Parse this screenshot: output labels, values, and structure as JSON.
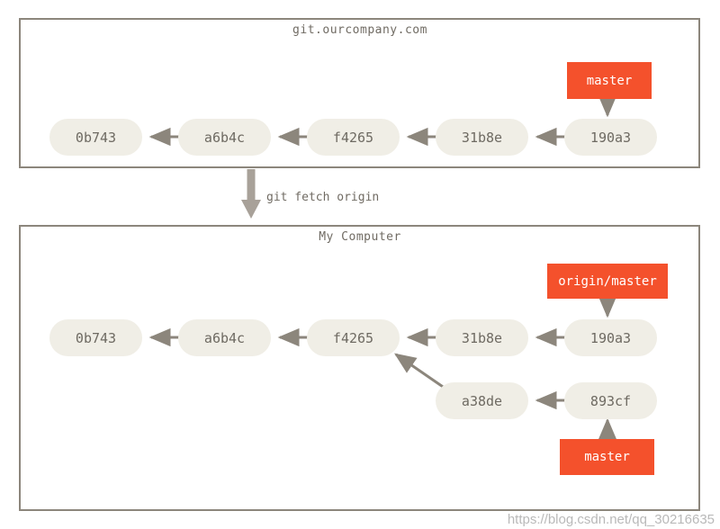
{
  "diagram": {
    "title_remote": "git.ourcompany.com",
    "title_local": "My Computer",
    "command_label": "git fetch origin",
    "watermark": "https://blog.csdn.net/qq_30216635",
    "colors": {
      "ref_background": "#f4512c",
      "ref_text": "#ffffff",
      "commit_background": "#f0eee6",
      "commit_text": "#6e6a62",
      "frame_border": "#8c867c",
      "arrow": "#8c867c",
      "title_text": "#706b63",
      "watermark_text": "#b9b9b9",
      "page_background": "#ffffff"
    }
  },
  "remote_panel": {
    "title": "git.ourcompany.com",
    "commits": [
      {
        "id": "0b743"
      },
      {
        "id": "a6b4c"
      },
      {
        "id": "f4265"
      },
      {
        "id": "31b8e"
      },
      {
        "id": "190a3"
      }
    ],
    "refs": [
      {
        "label": "master",
        "points_to": "190a3"
      }
    ]
  },
  "local_panel": {
    "title": "My Computer",
    "commits_main": [
      {
        "id": "0b743"
      },
      {
        "id": "a6b4c"
      },
      {
        "id": "f4265"
      },
      {
        "id": "31b8e"
      },
      {
        "id": "190a3"
      }
    ],
    "commits_branch": [
      {
        "id": "a38de"
      },
      {
        "id": "893cf"
      }
    ],
    "refs": [
      {
        "label": "origin/master",
        "points_to": "190a3"
      },
      {
        "label": "master",
        "points_to": "893cf"
      }
    ]
  }
}
